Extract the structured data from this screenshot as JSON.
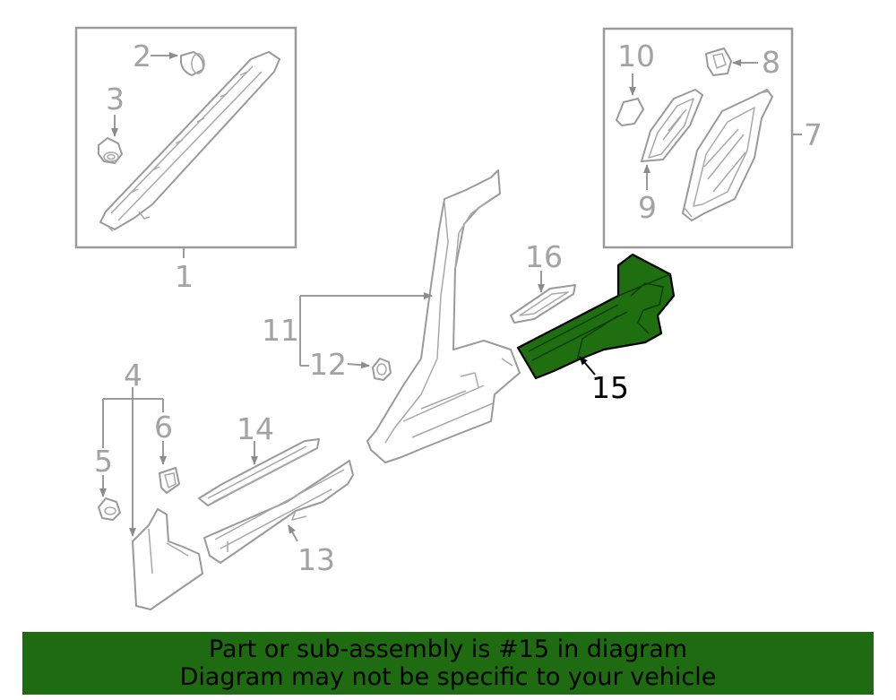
{
  "callouts": [
    {
      "id": "1",
      "text": "1"
    },
    {
      "id": "2",
      "text": "2"
    },
    {
      "id": "3",
      "text": "3"
    },
    {
      "id": "4",
      "text": "4"
    },
    {
      "id": "5",
      "text": "5"
    },
    {
      "id": "6",
      "text": "6"
    },
    {
      "id": "7",
      "text": "7"
    },
    {
      "id": "8",
      "text": "8"
    },
    {
      "id": "9",
      "text": "9"
    },
    {
      "id": "10",
      "text": "10"
    },
    {
      "id": "11",
      "text": "11"
    },
    {
      "id": "12",
      "text": "12"
    },
    {
      "id": "13",
      "text": "13"
    },
    {
      "id": "14",
      "text": "14"
    },
    {
      "id": "15",
      "text": "15"
    },
    {
      "id": "16",
      "text": "16"
    }
  ],
  "highlight": {
    "part": "15",
    "fill_color": "#1f6e10",
    "outline_color": "#000000"
  },
  "banner": {
    "line1": "Part or sub-assembly is #15 in diagram",
    "line2": "Diagram may not be specific to your vehicle",
    "background": "#1e6b12"
  },
  "colors": {
    "line": "#9a9a9a",
    "label": "#a3a3a3",
    "highlight_label": "#000000"
  }
}
